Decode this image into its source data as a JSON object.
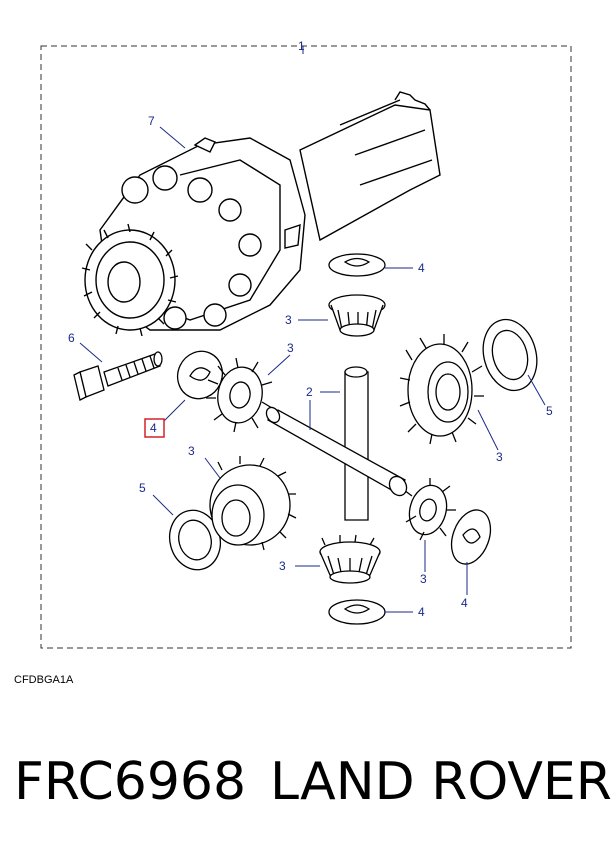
{
  "diagram": {
    "callouts": {
      "assembly": "1",
      "cross_shaft": "2",
      "gear": "3",
      "thrust_washer": "4",
      "side_washer": "5",
      "bolt": "6",
      "case": "7"
    },
    "highlighted_callout": "4",
    "drawing_code": "CFDBGA1A"
  },
  "caption": {
    "part_number": "FRC6968",
    "brand": "LAND ROVER"
  },
  "colors": {
    "callout_text": "#1a2a8a",
    "leader": "#1a2a8a",
    "highlight_box": "#d2232a",
    "outline": "#000000"
  }
}
